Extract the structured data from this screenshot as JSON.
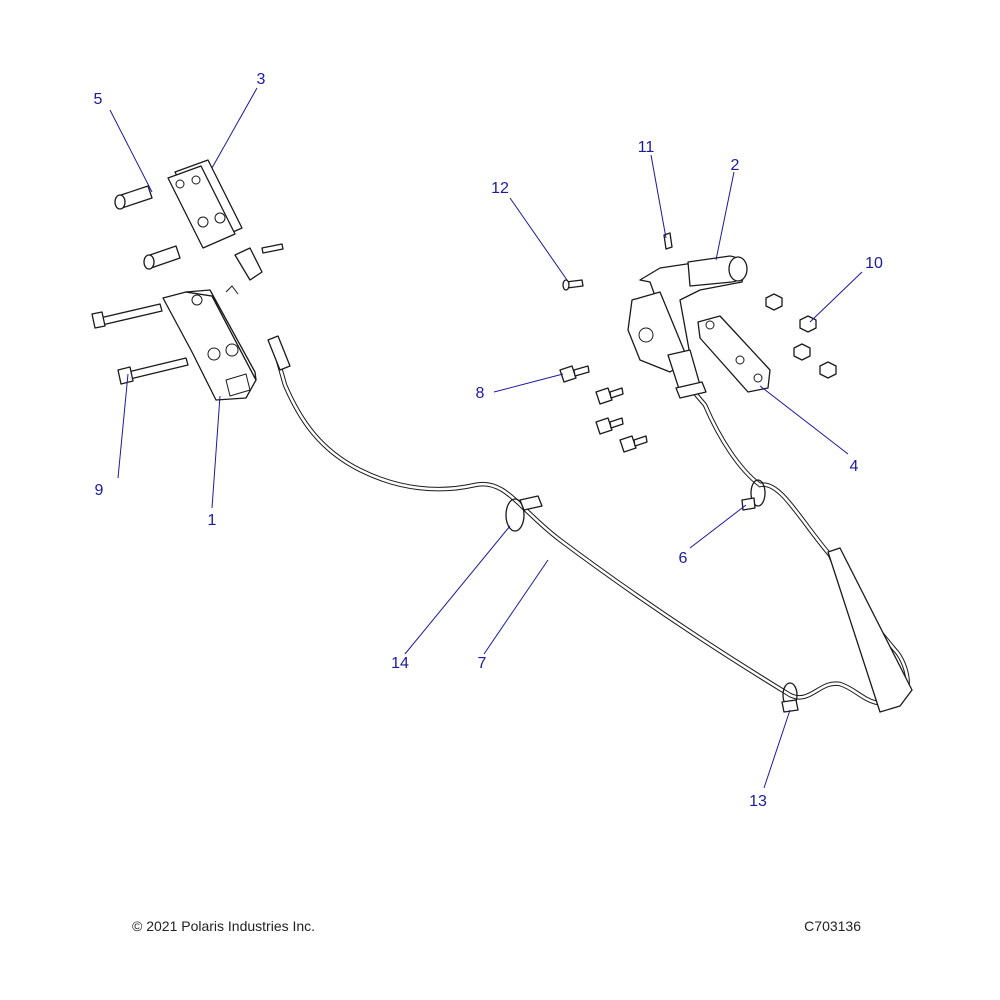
{
  "diagram": {
    "callouts": [
      {
        "id": "c1",
        "label": "1"
      },
      {
        "id": "c2",
        "label": "2"
      },
      {
        "id": "c3",
        "label": "3"
      },
      {
        "id": "c4",
        "label": "4"
      },
      {
        "id": "c5",
        "label": "5"
      },
      {
        "id": "c6",
        "label": "6"
      },
      {
        "id": "c7",
        "label": "7"
      },
      {
        "id": "c8",
        "label": "8"
      },
      {
        "id": "c9",
        "label": "9"
      },
      {
        "id": "c10",
        "label": "10"
      },
      {
        "id": "c11",
        "label": "11"
      },
      {
        "id": "c12",
        "label": "12"
      },
      {
        "id": "c13",
        "label": "13"
      },
      {
        "id": "c14",
        "label": "14"
      }
    ],
    "callout_color": "#1a1aa0",
    "line_color": "#1a1a1a"
  },
  "footer": {
    "copyright": "© 2021 Polaris Industries Inc.",
    "drawing_number": "C703136"
  }
}
